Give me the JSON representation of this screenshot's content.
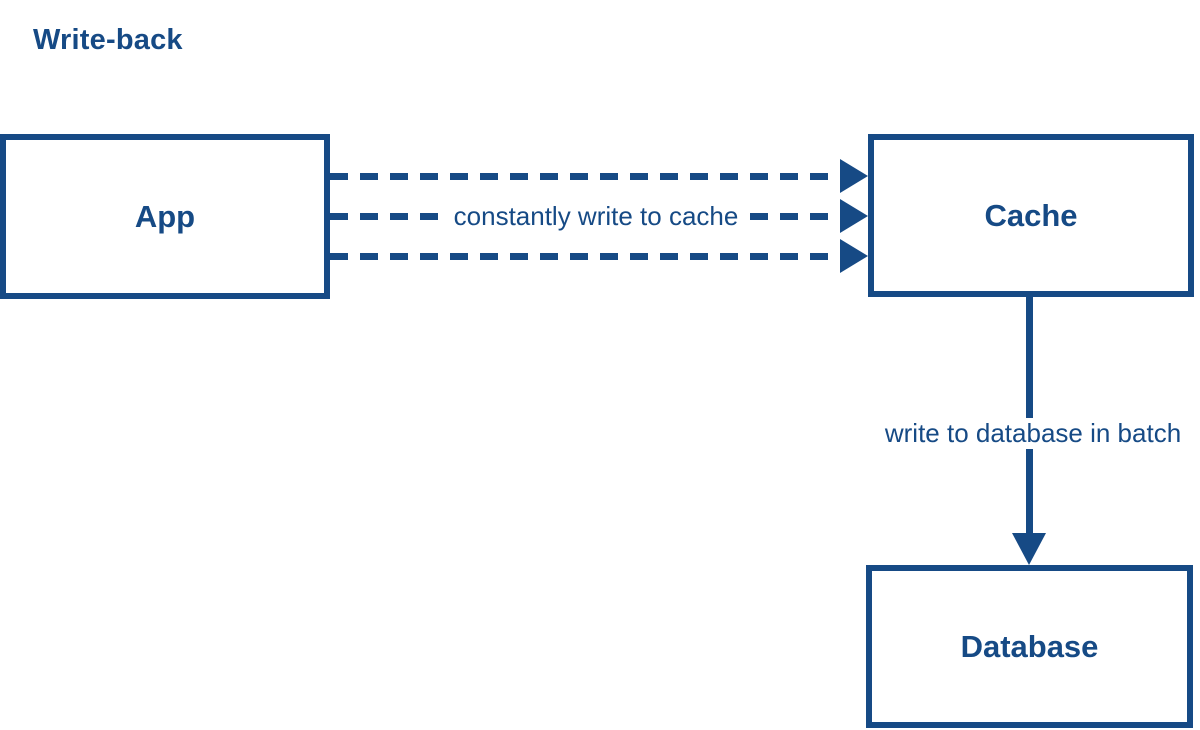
{
  "diagram": {
    "title": "Write-back",
    "colors": {
      "accent": "#164a85",
      "background": "#ffffff"
    },
    "nodes": [
      {
        "id": "app",
        "label": "App"
      },
      {
        "id": "cache",
        "label": "Cache"
      },
      {
        "id": "database",
        "label": "Database"
      }
    ],
    "edges": [
      {
        "from": "app",
        "to": "cache",
        "style": "dashed",
        "line_count": 3,
        "direction": "right",
        "label": "constantly write to cache"
      },
      {
        "from": "cache",
        "to": "database",
        "style": "solid",
        "line_count": 1,
        "direction": "down",
        "label": "write to database in batch"
      }
    ]
  }
}
